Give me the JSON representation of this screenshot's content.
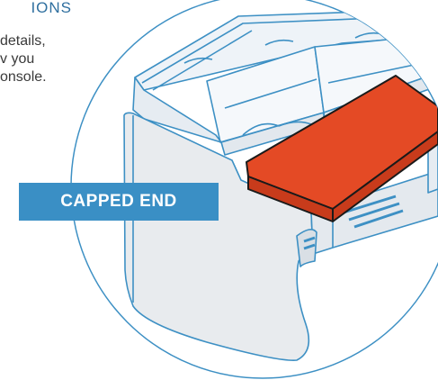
{
  "intro": {
    "heading": "IONS",
    "lines": [
      "details,",
      "v you",
      "onsole."
    ]
  },
  "callout": {
    "label": "CAPPED END",
    "color": "#3a8fc5"
  },
  "highlight_color": "#e44a25",
  "outline_color": "#3d90c4",
  "icons": [
    "console-capped-end-illustration"
  ]
}
